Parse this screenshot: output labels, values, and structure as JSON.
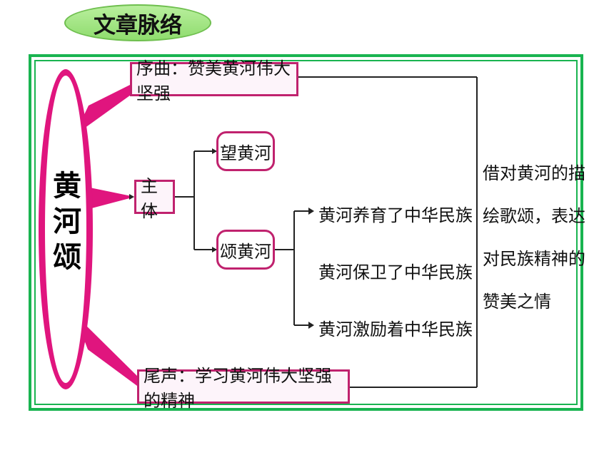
{
  "heading": "文章脉络",
  "center": [
    "黄",
    "河",
    "颂"
  ],
  "prelude": "序曲：赞美黄河伟大坚强",
  "body": "主体",
  "watch": "望黄河",
  "praise": "颂黄河",
  "leaves": [
    "黄河养育了中华民族",
    "黄河保卫了中华民族",
    "黄河激励着中华民族"
  ],
  "epilogue": "尾声：学习黄河伟大坚强的精神",
  "summary": [
    "借对黄河的描",
    "绘歌颂，表达",
    "对民族精神的",
    "赞美之情"
  ],
  "colors": {
    "accent": "#e0157e",
    "frame": "#19b450",
    "pill": "#8fdc6e"
  }
}
